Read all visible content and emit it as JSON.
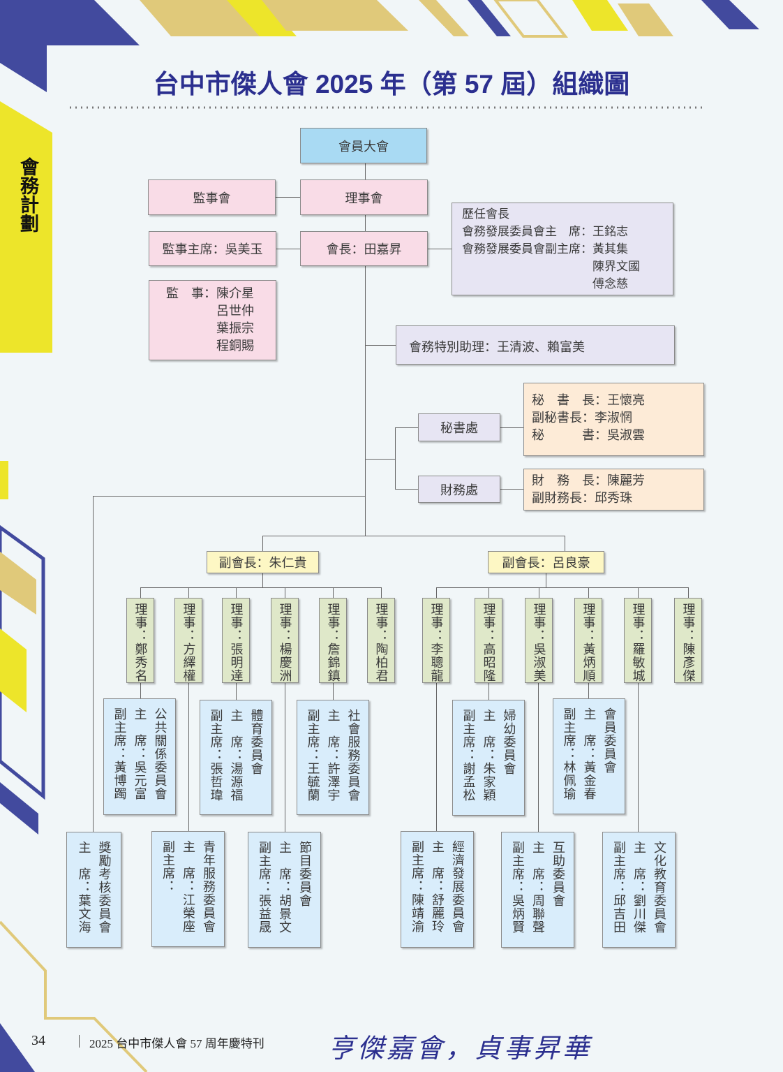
{
  "title": "台中市傑人會 2025 年（第 57 屆）組織圖",
  "side_tab": "會務計劃",
  "top": {
    "assembly": "會員大會",
    "supervisors": "監事會",
    "board": "理事會",
    "chief_supervisor": "監事主席：吳美玉",
    "president": "會長：田嘉昇",
    "supervisor_lines": [
      "監　事：陳介星",
      "　　　　呂世仲",
      "　　　　葉振宗",
      "　　　　程銅賜"
    ],
    "past_presidents": [
      "歷任會長",
      "會務發展委員會主　席：王銘志",
      "會務發展委員會副主席：黃其集",
      "　　　　　　　　　　　陳界文國",
      "　　　　　　　　　　　傅念慈"
    ],
    "special_assistant": "會務特別助理：王清波、賴富美"
  },
  "secretariat": {
    "label": "秘書處",
    "lines": [
      "秘　書　長：王懷亮",
      "副秘書長：李淑惘",
      "秘　　　書：吳淑雲"
    ]
  },
  "finance": {
    "label": "財務處",
    "lines": [
      "財　務　長：陳麗芳",
      "副財務長：邱秀珠"
    ]
  },
  "vice_presidents": [
    "副會長：朱仁貴",
    "副會長：呂良豪"
  ],
  "directors": [
    "理事：鄭秀名",
    "理事：方繹權",
    "理事：張明達",
    "理事：楊慶洲",
    "理事：詹錦鎮",
    "理事：陶柏君",
    "理事：李聰龍",
    "理事：高昭隆",
    "理事：吳淑美",
    "理事：黃炳順",
    "理事：羅敏城",
    "理事：陳彥傑"
  ],
  "committees": [
    {
      "name": "公共關係委員會",
      "chair": "主　席：吳元富",
      "vice": "副主席：黃博躅"
    },
    {
      "name": "體育委員會",
      "chair": "主　席：湯源福",
      "vice": "副主席：張哲瑋"
    },
    {
      "name": "社會服務委員會",
      "chair": "主　席：許澤宇",
      "vice": "副主席：王毓蘭"
    },
    {
      "name": "婦幼委員會",
      "chair": "主　席：朱家穎",
      "vice": "副主席：謝孟松"
    },
    {
      "name": "會員委員會",
      "chair": "主　席：黃金春",
      "vice": "副主席：林佩瑜"
    },
    {
      "name": "獎勵考核委員會",
      "chair": "主　席：葉文海"
    },
    {
      "name": "青年服務委員會",
      "chair": "主　席：江榮座",
      "vice": "副主席："
    },
    {
      "name": "節目委員會",
      "chair": "主　席：胡景文",
      "vice": "副主席：張益晟"
    },
    {
      "name": "經濟發展委員會",
      "chair": "主　席：舒麗玲",
      "vice": "副主席：陳靖渝"
    },
    {
      "name": "互助委員會",
      "chair": "主　席：周聯聲",
      "vice": "副主席：吳炳賢"
    },
    {
      "name": "文化教育委員會",
      "chair": "主　席：劉川傑",
      "vice": "副主席：邱吉田"
    }
  ],
  "footer": {
    "page": "34",
    "publication": "2025 台中市傑人會 57 周年慶特刊",
    "motto": "亨傑嘉會，貞事昇華"
  },
  "colors": {
    "navy": "#2b2f8f",
    "accent_blue": "#424a9e",
    "yellow": "#ede52a",
    "gold": "#e0c97a"
  }
}
